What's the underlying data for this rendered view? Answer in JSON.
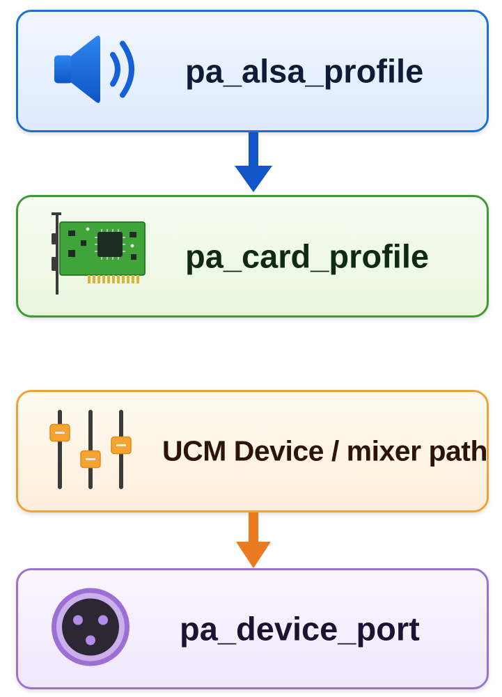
{
  "nodes": [
    {
      "label": "pa_alsa_profile",
      "icon": "speaker-icon",
      "color": "#1e6fd4"
    },
    {
      "label": "pa_card_profile",
      "icon": "sound-card-icon",
      "color": "#3f9a34"
    },
    {
      "label": "UCM Device / mixer path",
      "icon": "mixer-sliders-icon",
      "color": "#f0a238"
    },
    {
      "label": "pa_device_port",
      "icon": "audio-jack-icon",
      "color": "#9a72d0"
    }
  ],
  "edges": [
    {
      "from": "pa_alsa_profile",
      "to": "pa_card_profile",
      "color": "#1155c8"
    },
    {
      "from": "UCM Device / mixer path",
      "to": "pa_device_port",
      "color": "#ec7a1e"
    }
  ]
}
